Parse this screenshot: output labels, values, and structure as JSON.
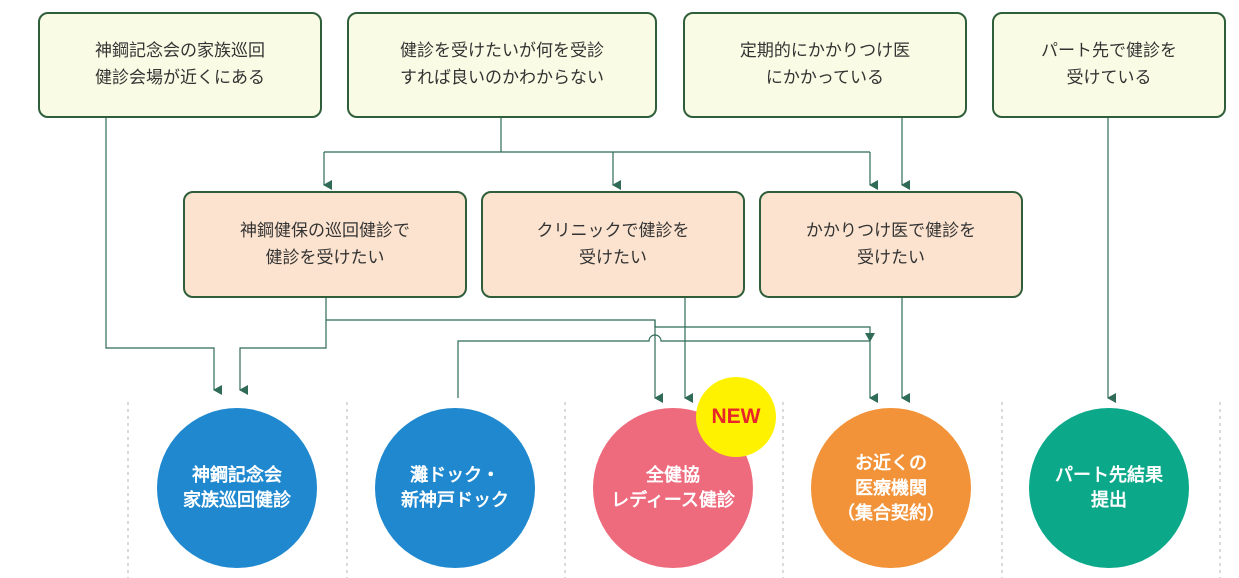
{
  "questions": [
    {
      "text": "神鋼記念会の家族巡回\n健診会場が近くにある"
    },
    {
      "text": "健診を受けたいが何を受診\nすれば良いのかわからない"
    },
    {
      "text": "定期的にかかりつけ医\nにかかっている"
    },
    {
      "text": "パート先で健診を\n受けている"
    }
  ],
  "wishes": [
    {
      "text": "神鋼健保の巡回健診で\n健診を受けたい"
    },
    {
      "text": "クリニックで健診を\n受けたい"
    },
    {
      "text": "かかりつけ医で健診を\n受けたい"
    }
  ],
  "destinations": [
    {
      "text": "神鋼記念会\n家族巡回健診",
      "color": "#1f88cf"
    },
    {
      "text": "灘ドック・\n新神戸ドック",
      "color": "#1f88cf"
    },
    {
      "text": "全健協\nレディース健診",
      "color": "#ee6a7d"
    },
    {
      "text": "お近くの\n医療機関\n（集合契約）",
      "color": "#f2933a"
    },
    {
      "text": "パート先結果\n提出",
      "color": "#0ba88a"
    }
  ],
  "badge": {
    "text": "NEW",
    "color": "#fff200",
    "text_color": "#e8262a"
  },
  "colors": {
    "line": "#2f6b57",
    "box_border": "#2f5e3a",
    "question_bg": "#fafbe4",
    "wish_bg": "#fbe3cf",
    "separator": "#b5b5b5"
  }
}
